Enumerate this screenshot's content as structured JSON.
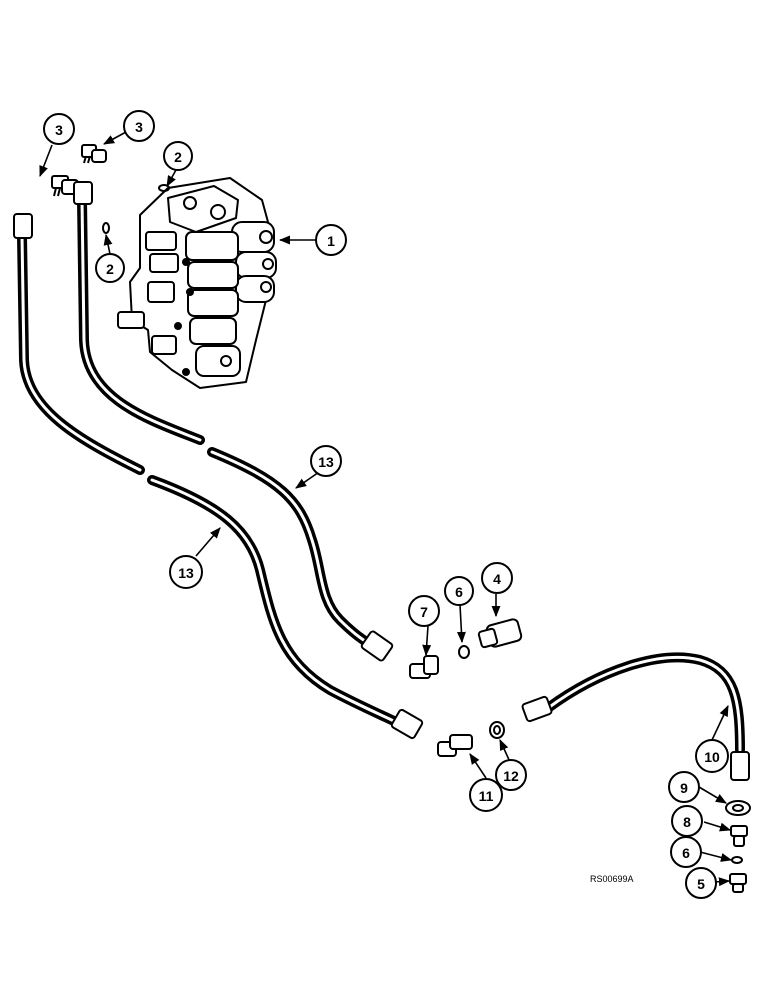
{
  "diagram": {
    "reference_code": "RS00699A",
    "callouts": [
      {
        "id": "c1",
        "label": "1"
      },
      {
        "id": "c2a",
        "label": "2"
      },
      {
        "id": "c2b",
        "label": "2"
      },
      {
        "id": "c3a",
        "label": "3"
      },
      {
        "id": "c3b",
        "label": "3"
      },
      {
        "id": "c4",
        "label": "4"
      },
      {
        "id": "c5",
        "label": "5"
      },
      {
        "id": "c6a",
        "label": "6"
      },
      {
        "id": "c6b",
        "label": "6"
      },
      {
        "id": "c7",
        "label": "7"
      },
      {
        "id": "c8",
        "label": "8"
      },
      {
        "id": "c9",
        "label": "9"
      },
      {
        "id": "c10",
        "label": "10"
      },
      {
        "id": "c11",
        "label": "11"
      },
      {
        "id": "c12",
        "label": "12"
      },
      {
        "id": "c13a",
        "label": "13"
      },
      {
        "id": "c13b",
        "label": "13"
      }
    ]
  }
}
